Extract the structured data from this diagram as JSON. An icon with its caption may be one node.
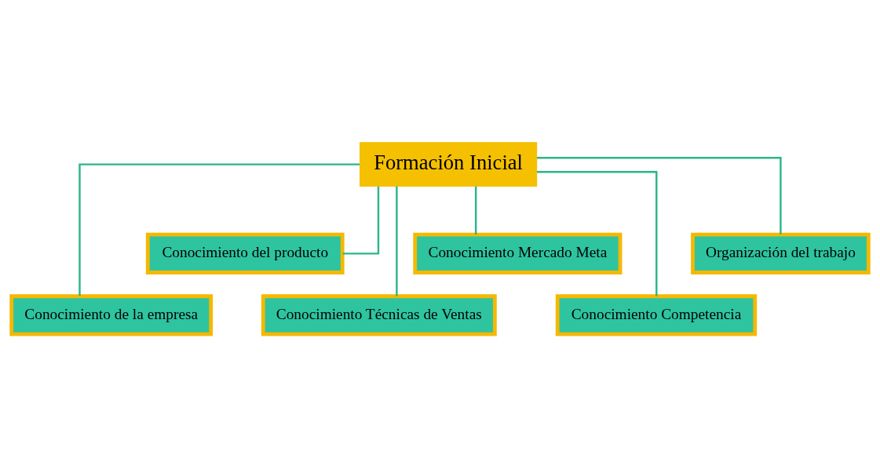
{
  "diagram": {
    "nodes": [
      {
        "text": [
          "Formación Inicial"
        ]
      },
      {
        "text": [
          "Conocimiento de la empresa"
        ]
      },
      {
        "text": [
          "Conocimiento del producto"
        ]
      },
      {
        "text": [
          "Conocimiento Técnicas de Ventas"
        ]
      },
      {
        "text": [
          "Conocimiento Mercado Meta"
        ]
      },
      {
        "text": [
          "Conocimiento Competencia"
        ]
      },
      {
        "text": [
          "Organización del trabajo"
        ]
      }
    ],
    "edges": [
      {
        "from": 0,
        "to": 1,
        "arrow": "none"
      },
      {
        "from": 0,
        "to": 2,
        "arrow": "none"
      },
      {
        "from": 0,
        "to": 3,
        "arrow": "none"
      },
      {
        "from": 0,
        "to": 4,
        "arrow": "none"
      },
      {
        "from": 0,
        "to": 5,
        "arrow": "none"
      },
      {
        "from": 0,
        "to": 6,
        "arrow": "none"
      }
    ]
  }
}
